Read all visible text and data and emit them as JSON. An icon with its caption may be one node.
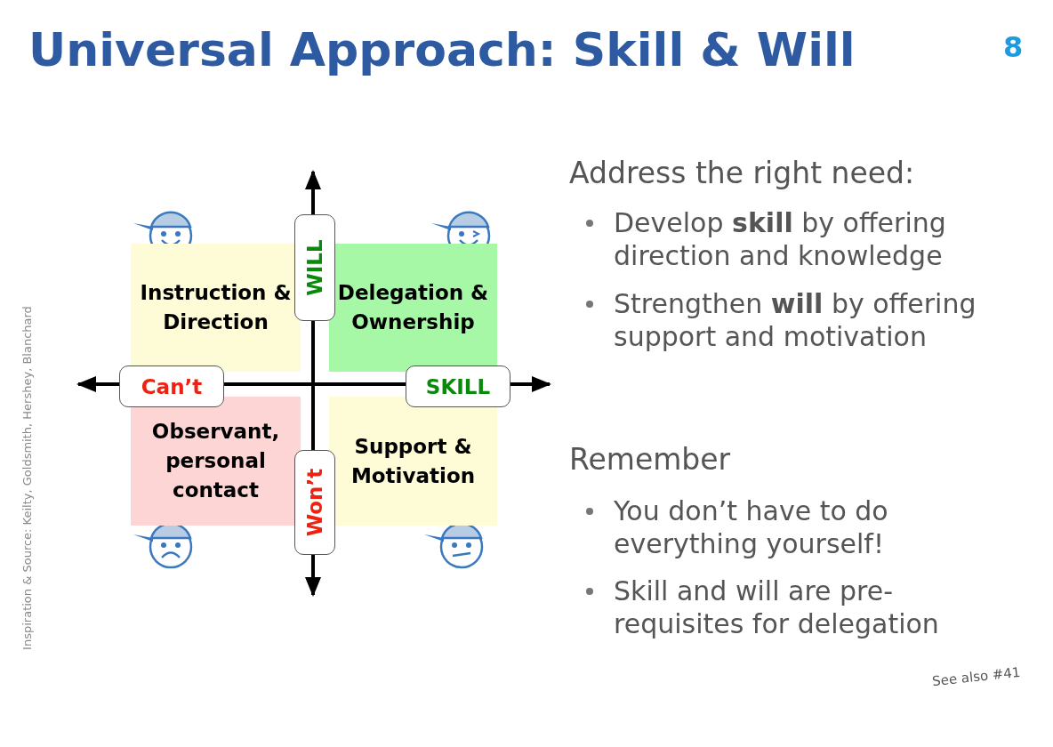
{
  "diagram": {
    "title": "Universal Approach: Skill & Will",
    "nodes": [
      {
        "text": [
          "Instruction & Direction"
        ]
      },
      {
        "text": [
          "Delegation & Ownership"
        ]
      },
      {
        "text": [
          "Observant, personal contact"
        ]
      },
      {
        "text": [
          "Support & Motivation"
        ]
      }
    ],
    "edges": [],
    "labels": [
      "8",
      "WILL",
      "Can’t",
      "SKILL",
      "Won’t",
      "Address the right need:",
      "Develop **skill** by offering direction and knowledge",
      "Strengthen **will** by offering support and motivation",
      "Remember",
      "You don’t have to do everything yourself!",
      "Skill and will are pre-requisites for delegation",
      "Inspiration & Source: Keilty, Goldsmith, Hershey, Blanchard",
      "See also #41"
    ]
  }
}
